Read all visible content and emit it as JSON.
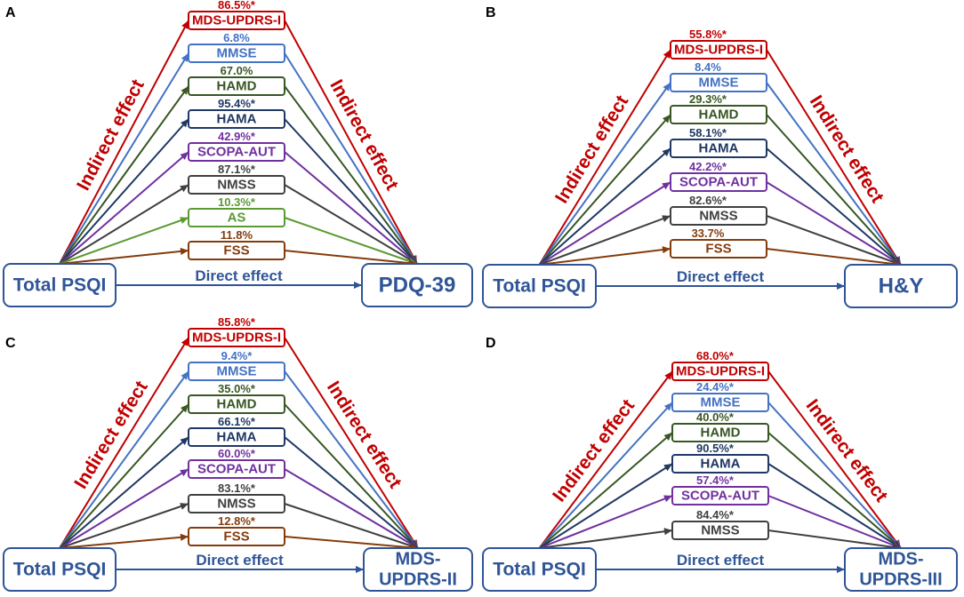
{
  "colors": {
    "main": "#2f5597",
    "indirect": "#c00000"
  },
  "panels": [
    {
      "label": "A",
      "source": "Total PSQI",
      "target": [
        "PDQ-39"
      ],
      "direct_label": "Direct effect",
      "indirect_label": "Indirect effect",
      "mediators": [
        {
          "name": "MDS-UPDRS-I",
          "percent": "86.5%*",
          "color": "#c00000"
        },
        {
          "name": "MMSE",
          "percent": "6.8%",
          "color": "#4472c4"
        },
        {
          "name": "HAMD",
          "percent": "67.0%",
          "color": "#385723"
        },
        {
          "name": "HAMA",
          "percent": "95.4%*",
          "color": "#1f3864"
        },
        {
          "name": "SCOPA-AUT",
          "percent": "42.9%*",
          "color": "#7030a0"
        },
        {
          "name": "NMSS",
          "percent": "87.1%*",
          "color": "#404040"
        },
        {
          "name": "AS",
          "percent": "10.3%*",
          "color": "#5b9a33"
        },
        {
          "name": "FSS",
          "percent": "11.8%",
          "color": "#843c0c"
        }
      ]
    },
    {
      "label": "B",
      "source": "Total PSQI",
      "target": [
        "H&Y"
      ],
      "direct_label": "Direct effect",
      "indirect_label": "Indirect effect",
      "mediators": [
        {
          "name": "MDS-UPDRS-I",
          "percent": "55.8%*",
          "color": "#c00000"
        },
        {
          "name": "MMSE",
          "percent": "8.4%",
          "color": "#4472c4"
        },
        {
          "name": "HAMD",
          "percent": "29.3%*",
          "color": "#385723"
        },
        {
          "name": "HAMA",
          "percent": "58.1%*",
          "color": "#1f3864"
        },
        {
          "name": "SCOPA-AUT",
          "percent": "42.2%*",
          "color": "#7030a0"
        },
        {
          "name": "NMSS",
          "percent": "82.6%*",
          "color": "#404040"
        },
        {
          "name": "FSS",
          "percent": "33.7%",
          "color": "#843c0c"
        }
      ]
    },
    {
      "label": "C",
      "source": "Total PSQI",
      "target": [
        "MDS-",
        "UPDRS-II"
      ],
      "direct_label": "Direct effect",
      "indirect_label": "Indirect effect",
      "mediators": [
        {
          "name": "MDS-UPDRS-I",
          "percent": "85.8%*",
          "color": "#c00000"
        },
        {
          "name": "MMSE",
          "percent": "9.4%*",
          "color": "#4472c4"
        },
        {
          "name": "HAMD",
          "percent": "35.0%*",
          "color": "#385723"
        },
        {
          "name": "HAMA",
          "percent": "66.1%*",
          "color": "#1f3864"
        },
        {
          "name": "SCOPA-AUT",
          "percent": "60.0%*",
          "color": "#7030a0"
        },
        {
          "name": "NMSS",
          "percent": "83.1%*",
          "color": "#404040"
        },
        {
          "name": "FSS",
          "percent": "12.8%*",
          "color": "#843c0c"
        }
      ]
    },
    {
      "label": "D",
      "source": "Total PSQI",
      "target": [
        "MDS-",
        "UPDRS-III"
      ],
      "direct_label": "Direct effect",
      "indirect_label": "Indirect effect",
      "mediators": [
        {
          "name": "MDS-UPDRS-I",
          "percent": "68.0%*",
          "color": "#c00000"
        },
        {
          "name": "MMSE",
          "percent": "24.4%*",
          "color": "#4472c4"
        },
        {
          "name": "HAMD",
          "percent": "40.0%*",
          "color": "#385723"
        },
        {
          "name": "HAMA",
          "percent": "90.5%*",
          "color": "#1f3864"
        },
        {
          "name": "SCOPA-AUT",
          "percent": "57.4%*",
          "color": "#7030a0"
        },
        {
          "name": "NMSS",
          "percent": "84.4%*",
          "color": "#404040"
        }
      ]
    }
  ]
}
